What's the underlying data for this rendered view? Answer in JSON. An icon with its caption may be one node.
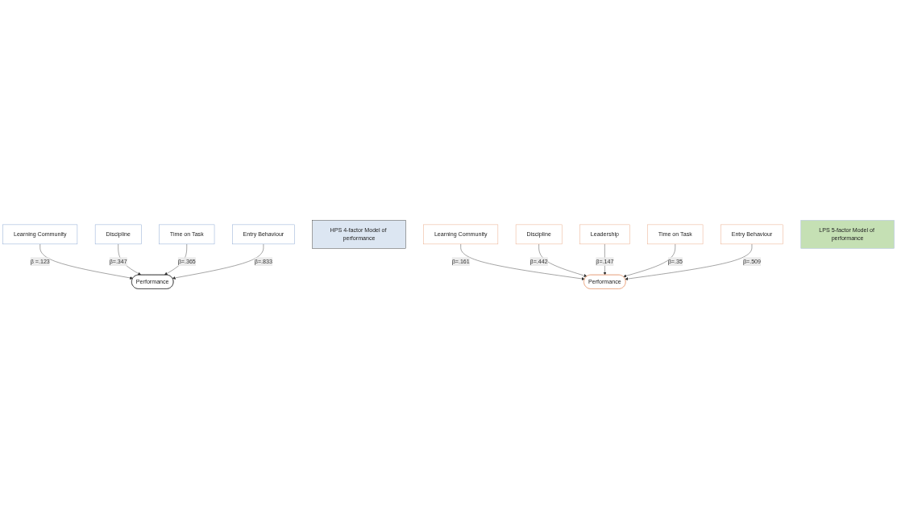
{
  "diagram": {
    "nodes": [
      {
        "text": [
          "Learning Community"
        ]
      },
      {
        "text": [
          "Discipline"
        ]
      },
      {
        "text": [
          "Performance"
        ]
      },
      {
        "text": [
          "Time on Task"
        ]
      },
      {
        "text": [
          "Entry Behaviour"
        ]
      },
      {
        "text": [
          "HPS 4-factor Model of performance"
        ]
      },
      {
        "text": [
          "Learning Community"
        ]
      },
      {
        "text": [
          "Discipline"
        ]
      },
      {
        "text": [
          "Performance"
        ]
      },
      {
        "text": [
          "Leadership"
        ]
      },
      {
        "text": [
          "Time on Task"
        ]
      },
      {
        "text": [
          "Entry Behaviour"
        ]
      },
      {
        "text": [
          "LPS 5-factor Model of performance"
        ]
      }
    ],
    "edges": [
      {
        "from": 0,
        "to": 2,
        "arrow": "to",
        "label": "β =.123"
      },
      {
        "from": 1,
        "to": 2,
        "arrow": "to",
        "label": "β=.347"
      },
      {
        "from": 3,
        "to": 2,
        "arrow": "to",
        "label": "β=.365"
      },
      {
        "from": 4,
        "to": 2,
        "arrow": "to",
        "label": "β=.833"
      },
      {
        "from": 6,
        "to": 8,
        "arrow": "to",
        "label": "β=.161"
      },
      {
        "from": 7,
        "to": 8,
        "arrow": "to",
        "label": "β=.442"
      },
      {
        "from": 9,
        "to": 8,
        "arrow": "to",
        "label": "β=.147"
      },
      {
        "from": 10,
        "to": 8,
        "arrow": "to",
        "label": "β=.35"
      },
      {
        "from": 11,
        "to": 8,
        "arrow": "to",
        "label": "β=.509"
      }
    ]
  }
}
